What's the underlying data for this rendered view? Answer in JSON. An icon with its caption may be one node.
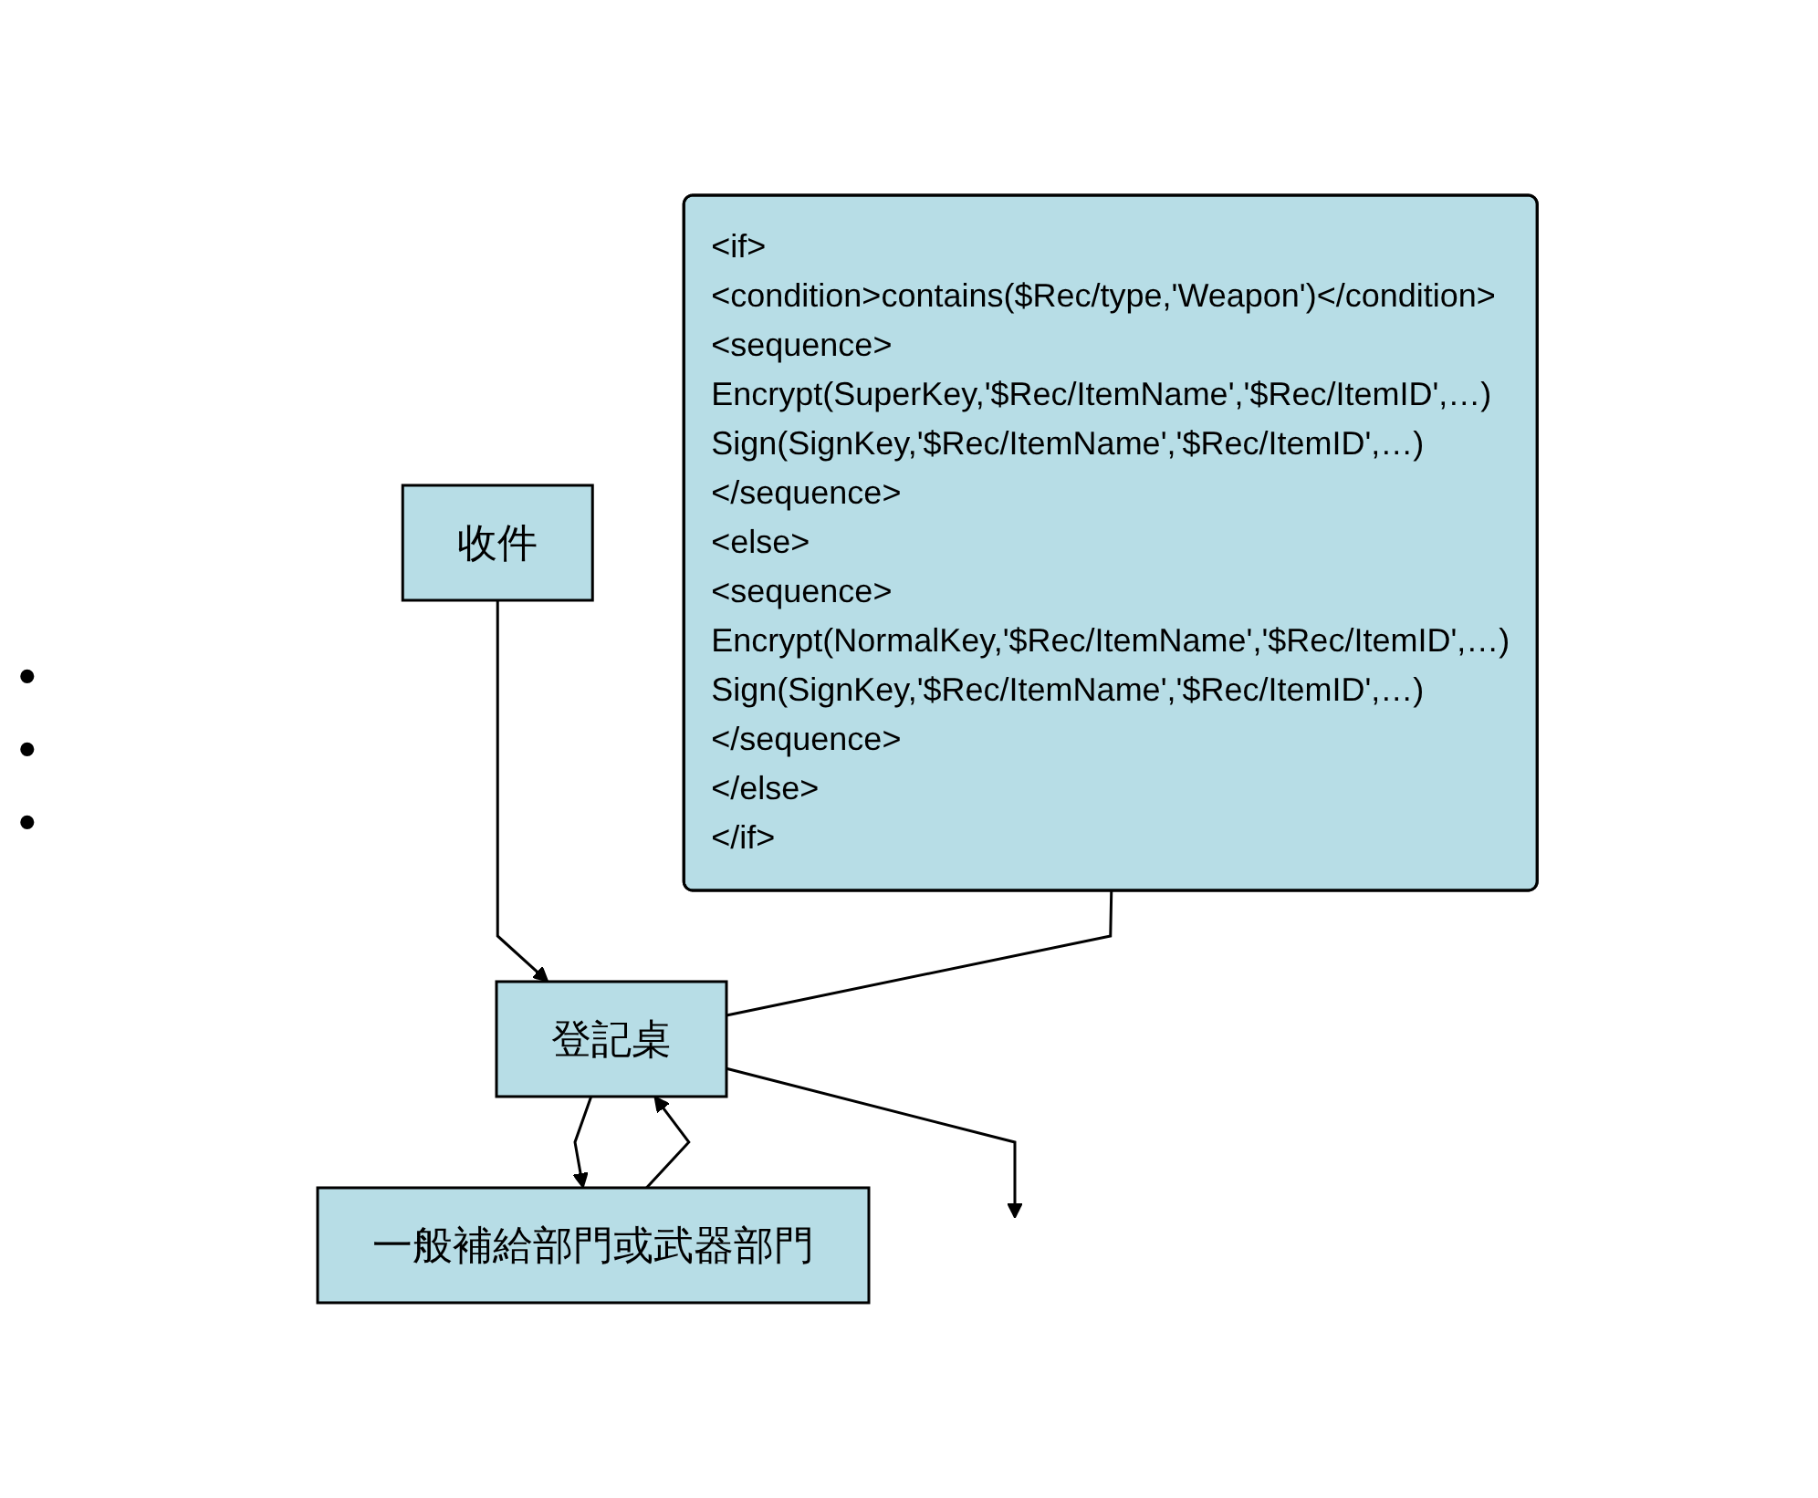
{
  "diagram": {
    "nodes": [
      {
        "text": [
          "收件"
        ]
      },
      {
        "text": [
          "登記桌"
        ]
      },
      {
        "text": [
          "一般補給部門或武器部門"
        ]
      },
      {
        "text": [
          "<if>",
          "<condition>contains($Rec/type,'Weapon')</condition>",
          "<sequence>",
          "Encrypt(SuperKey,'$Rec/ItemName','$Rec/ItemID',…)",
          "Sign(SignKey,'$Rec/ItemName','$Rec/ItemID',…)",
          "</sequence>",
          "<else>",
          "<sequence>",
          "Encrypt(NormalKey,'$Rec/ItemName','$Rec/ItemID',…)",
          "Sign(SignKey,'$Rec/ItemName','$Rec/ItemID',…)",
          "</sequence>",
          "</else>",
          "</if>"
        ]
      }
    ],
    "edges": [
      {
        "from": 0,
        "to": 1,
        "arrow": "to"
      },
      {
        "from": 1,
        "to": 2,
        "arrow": "to"
      },
      {
        "from": 2,
        "to": 1,
        "arrow": "to"
      },
      {
        "from": 1,
        "to": null,
        "arrow": "to"
      },
      {
        "from": 3,
        "to": 1,
        "arrow": "none"
      }
    ],
    "labels": [
      "•",
      "•",
      "•"
    ]
  }
}
